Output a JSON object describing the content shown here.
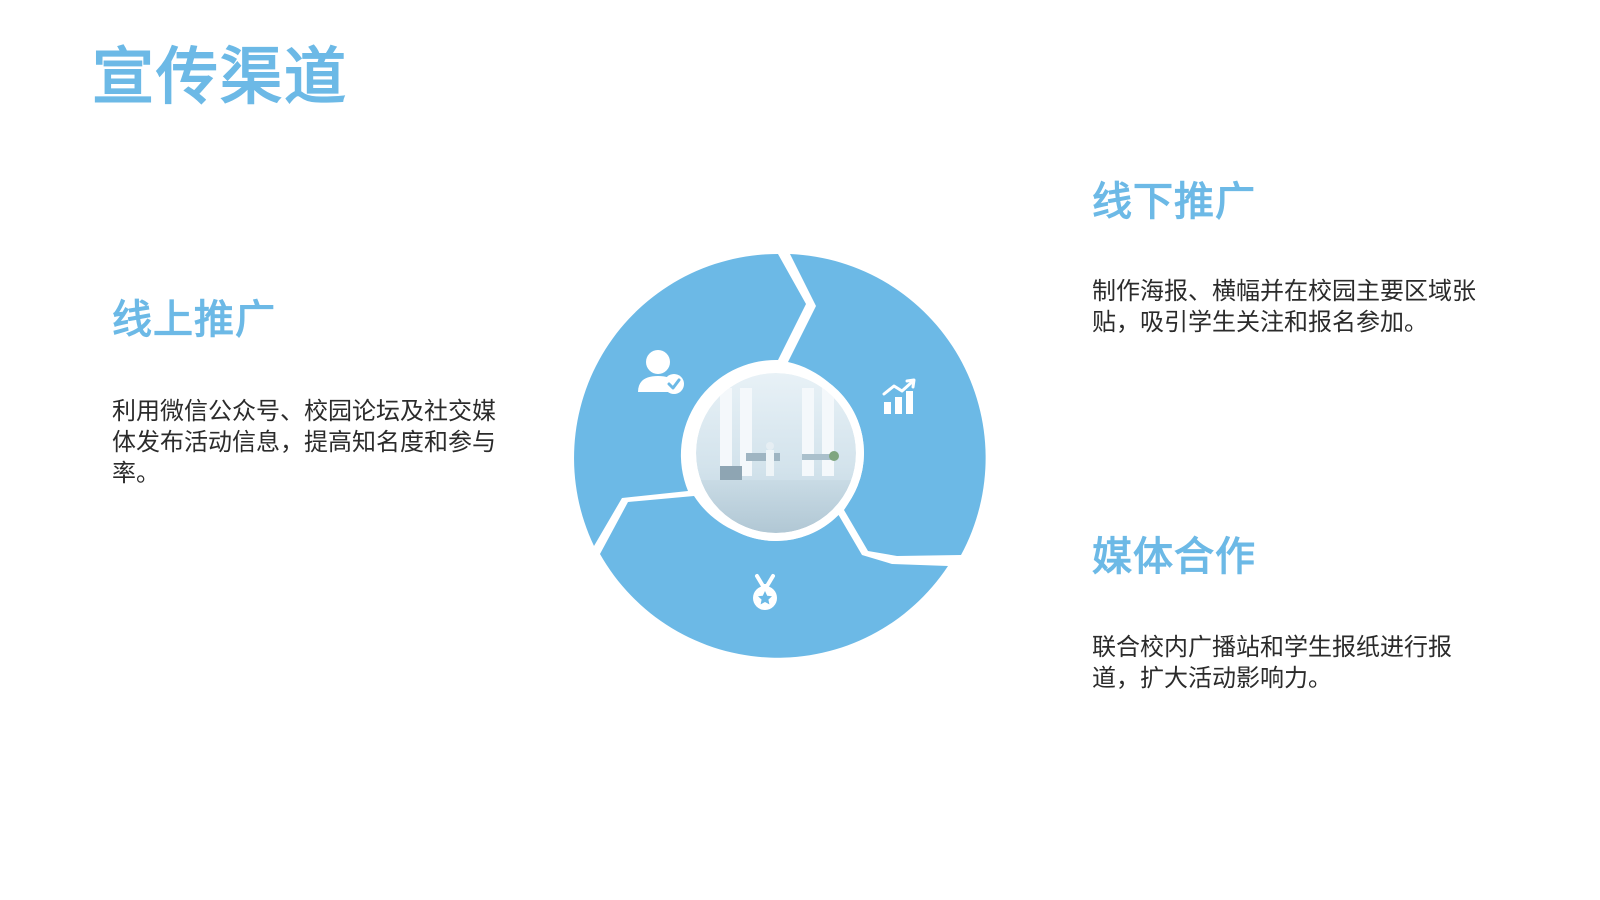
{
  "title": "宣传渠道",
  "colors": {
    "accent": "#6cb9e6",
    "body_text": "#2b2b2b",
    "background": "#ffffff"
  },
  "channels": [
    {
      "heading": "线上推广",
      "description": "利用微信公众号、校园论坛及社交媒体发布活动信息，提高知名度和参与率。",
      "icon": "user-check-icon"
    },
    {
      "heading": "线下推广",
      "description": "制作海报、横幅并在校园主要区域张贴，吸引学生关注和报名参加。",
      "icon": "growth-chart-icon"
    },
    {
      "heading": "媒体合作",
      "description": "联合校内广播站和学生报纸进行报道，扩大活动影响力。",
      "icon": "medal-icon"
    }
  ],
  "center_image": "office-interior-photo"
}
